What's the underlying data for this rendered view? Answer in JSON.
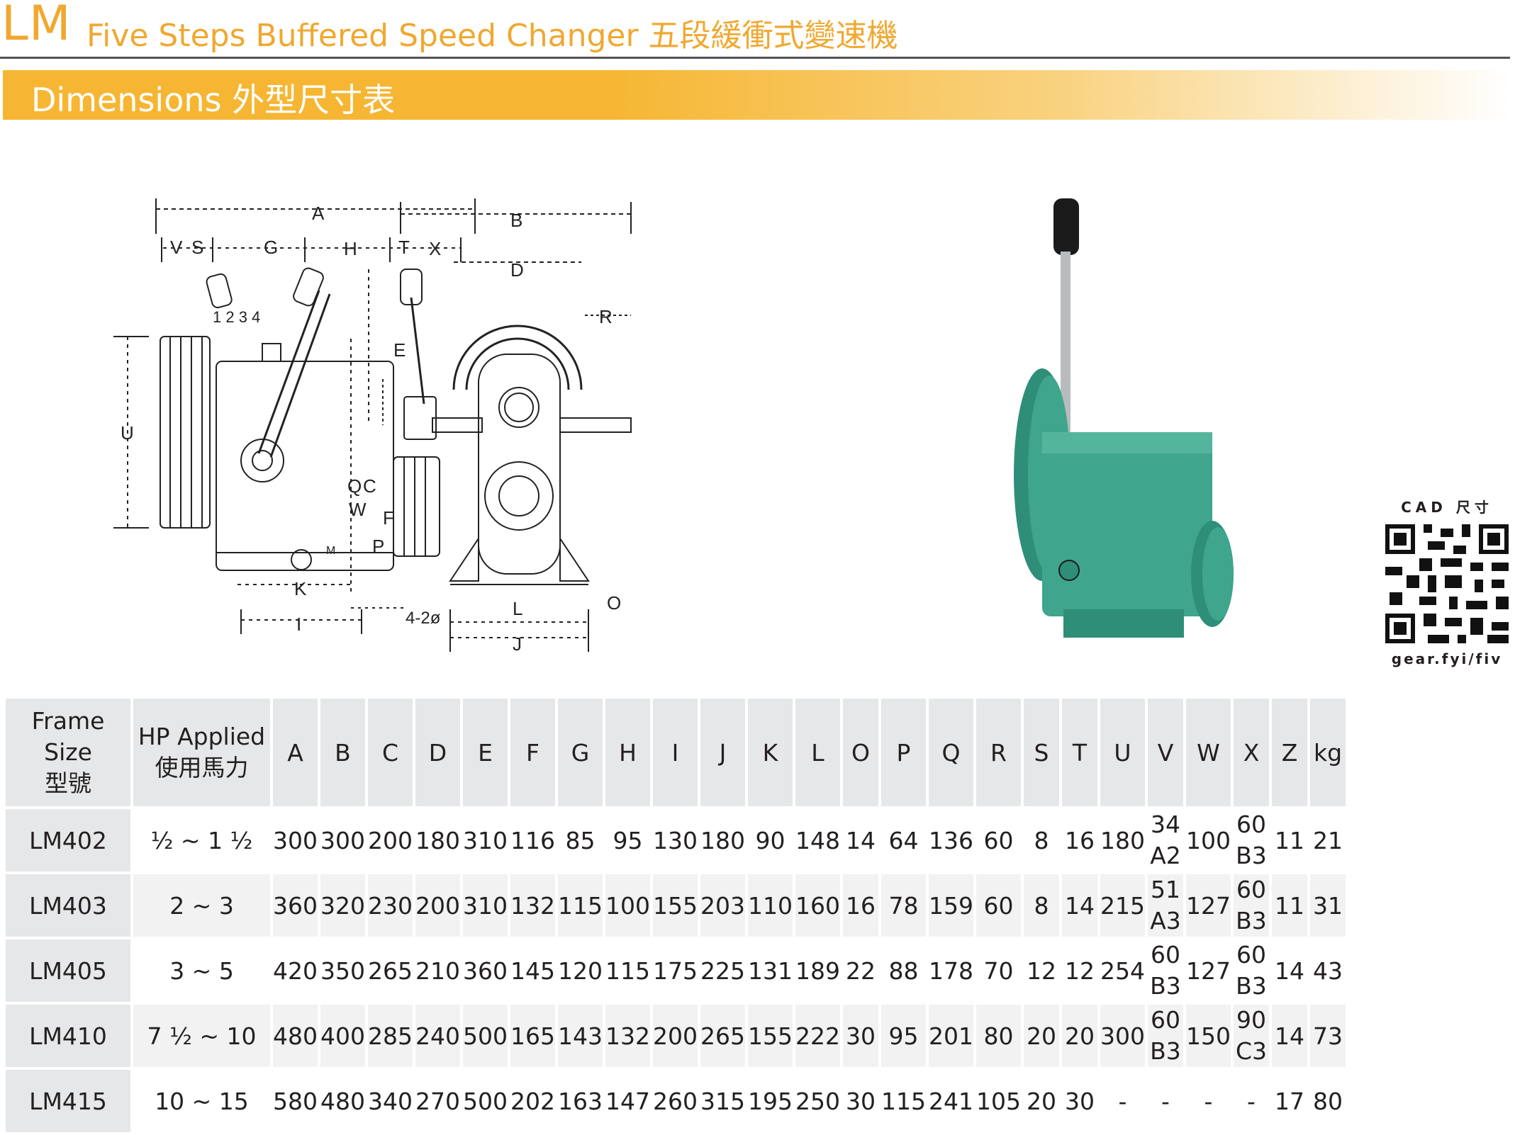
{
  "header": {
    "series": "LM",
    "title": "Five Steps Buffered Speed Changer 五段緩衝式變速機"
  },
  "section": {
    "title": "Dimensions 外型尺寸表"
  },
  "diagram": {
    "labels": {
      "A": "A",
      "B": "B",
      "C": "C",
      "D": "D",
      "E": "E",
      "F": "F",
      "G": "G",
      "H": "H",
      "I": "I",
      "J": "J",
      "K": "K",
      "L": "L",
      "M": "M",
      "O": "O",
      "P": "P",
      "Q": "Q",
      "R": "R",
      "S": "S",
      "T": "T",
      "U": "U",
      "V": "V",
      "W": "W",
      "X": "X",
      "steps": "1 2 3 4",
      "holes": "4-2ø"
    }
  },
  "qr": {
    "top": "CAD 尺寸",
    "bottom": "gear.fyi/fiv"
  },
  "table": {
    "frame_lines": [
      "Frame",
      "Size",
      "型號"
    ],
    "hp_lines": [
      "HP Applied",
      "使用馬力"
    ],
    "columns": [
      "A",
      "B",
      "C",
      "D",
      "E",
      "F",
      "G",
      "H",
      "I",
      "J",
      "K",
      "L",
      "O",
      "P",
      "Q",
      "R",
      "S",
      "T",
      "U",
      "V",
      "W",
      "X",
      "Z",
      "kg"
    ],
    "rows": [
      {
        "model": "LM402",
        "hp": "½ ~ 1 ½",
        "cells": [
          "300",
          "300",
          "200",
          "180",
          "310",
          "116",
          "85",
          "95",
          "130",
          "180",
          "90",
          "148",
          "14",
          "64",
          "136",
          "60",
          "8",
          "16",
          "180",
          [
            "34",
            "A2"
          ],
          "100",
          [
            "60",
            "B3"
          ],
          "11",
          "21"
        ]
      },
      {
        "model": "LM403",
        "hp": "2 ~ 3",
        "cells": [
          "360",
          "320",
          "230",
          "200",
          "310",
          "132",
          "115",
          "100",
          "155",
          "203",
          "110",
          "160",
          "16",
          "78",
          "159",
          "60",
          "8",
          "14",
          "215",
          [
            "51",
            "A3"
          ],
          "127",
          [
            "60",
            "B3"
          ],
          "11",
          "31"
        ]
      },
      {
        "model": "LM405",
        "hp": "3 ~ 5",
        "cells": [
          "420",
          "350",
          "265",
          "210",
          "360",
          "145",
          "120",
          "115",
          "175",
          "225",
          "131",
          "189",
          "22",
          "88",
          "178",
          "70",
          "12",
          "12",
          "254",
          [
            "60",
            "B3"
          ],
          "127",
          [
            "60",
            "B3"
          ],
          "14",
          "43"
        ]
      },
      {
        "model": "LM410",
        "hp": "7 ½ ~ 10",
        "cells": [
          "480",
          "400",
          "285",
          "240",
          "500",
          "165",
          "143",
          "132",
          "200",
          "265",
          "155",
          "222",
          "30",
          "95",
          "201",
          "80",
          "20",
          "20",
          "300",
          [
            "60",
            "B3"
          ],
          "150",
          [
            "90",
            "C3"
          ],
          "14",
          "73"
        ]
      },
      {
        "model": "LM415",
        "hp": "10 ~ 15",
        "cells": [
          "580",
          "480",
          "340",
          "270",
          "500",
          "202",
          "163",
          "147",
          "260",
          "315",
          "195",
          "250",
          "30",
          "115",
          "241",
          "105",
          "20",
          "30",
          "-",
          "-",
          "-",
          "-",
          "17",
          "80"
        ]
      }
    ]
  },
  "colors": {
    "accent": "#f0a830",
    "band": "#f6b633",
    "header_gray": "#e6e7e8",
    "machine_green": "#3fa58d"
  }
}
